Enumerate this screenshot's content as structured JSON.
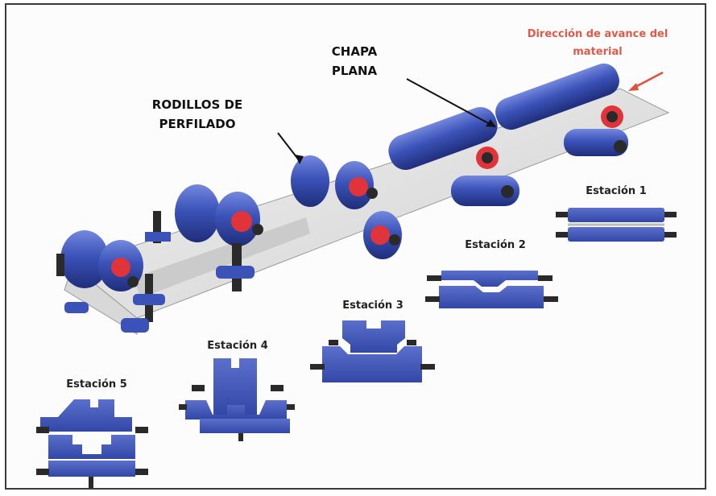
{
  "labels": {
    "direction": "Dirección de avance del material",
    "flat_sheet": "CHAPA PLANA",
    "profiling_rolls": "RODILLOS DE PERFILADO"
  },
  "stations": [
    {
      "name": "Estación 1"
    },
    {
      "name": "Estación 2"
    },
    {
      "name": "Estación 3"
    },
    {
      "name": "Estación 4"
    },
    {
      "name": "Estación 5"
    }
  ],
  "colors": {
    "roller_blue": "#3b52b8",
    "roller_dark": "#1f2e7a",
    "roller_light": "#6a80d8",
    "accent_red": "#e0343a",
    "shaft": "#2a2a2a",
    "sheet": "#e4e4e4",
    "arrow_red": "#e0503c"
  }
}
